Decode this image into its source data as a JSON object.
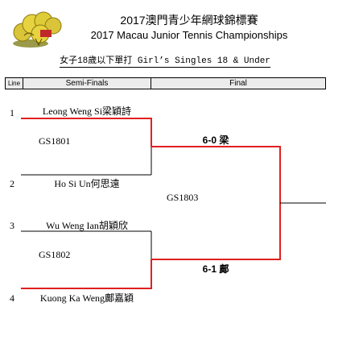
{
  "header": {
    "title_zh": "2017澳門青少年網球錦標賽",
    "title_en": "2017 Macau Junior Tennis Championships",
    "event": "女子18歲以下單打 Girl’s Singles 18 & Under"
  },
  "columns": {
    "line": "Line",
    "semi": "Semi-Finals",
    "final": "Final"
  },
  "bracket": {
    "entries": [
      {
        "seed": "1",
        "name": "Leong Weng Si梁穎詩"
      },
      {
        "seed": "2",
        "name": "Ho Si Un何思遠"
      },
      {
        "seed": "3",
        "name": "Wu Weng Ian胡穎欣"
      },
      {
        "seed": "4",
        "name": "Kuong Ka Weng鄺嘉穎"
      }
    ],
    "semis": [
      {
        "code": "GS1801",
        "score": "6-0 梁"
      },
      {
        "code": "GS1802",
        "score": "6-1 鄺"
      }
    ],
    "final": {
      "code": "GS1803"
    }
  },
  "colors": {
    "winner_line": "#e02020",
    "line": "#000000",
    "header_bg": "#ececec"
  }
}
